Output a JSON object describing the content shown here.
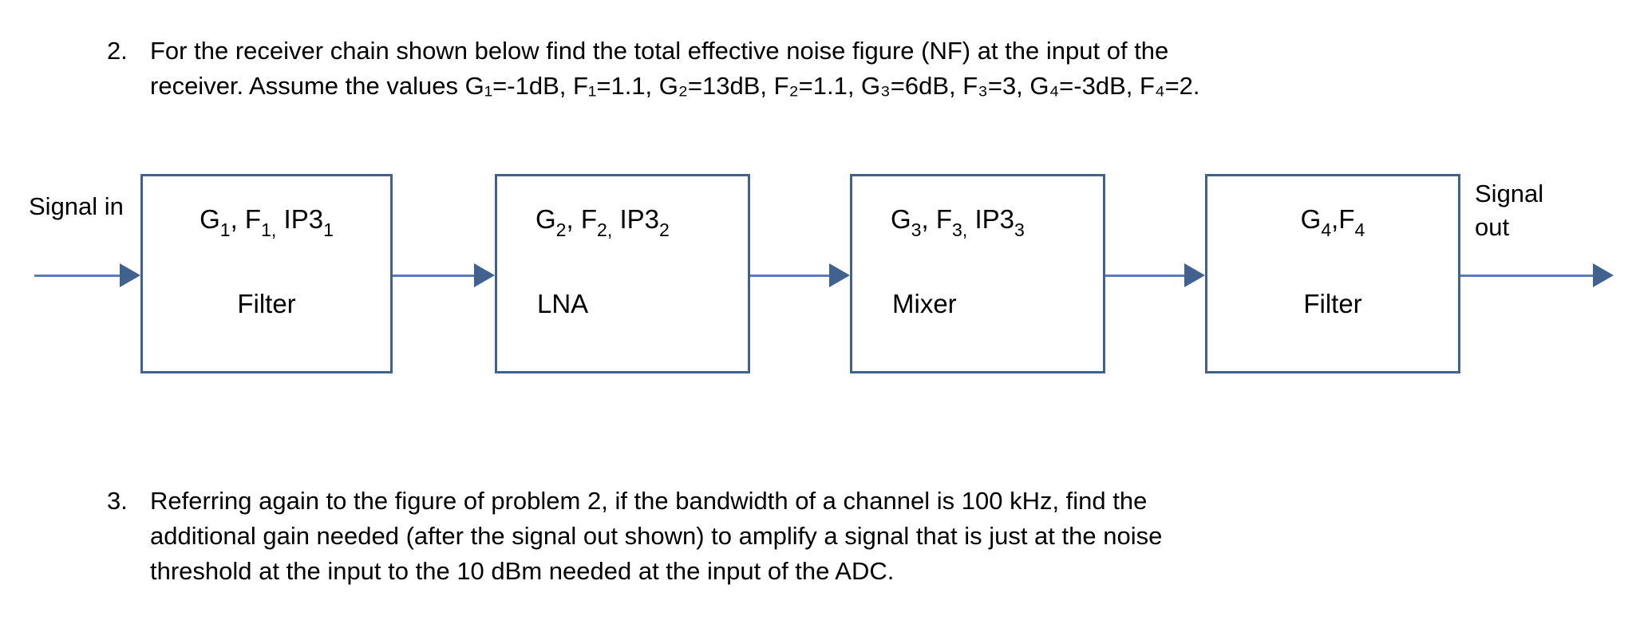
{
  "document": {
    "problems": [
      {
        "number": "2.",
        "lines": [
          "For the receiver chain shown below find the total effective noise figure (NF) at the input of the",
          "receiver.  Assume the values G₁=-1dB, F₁=1.1, G₂=13dB, F₂=1.1, G₃=6dB, F₃=3, G₄=-3dB, F₄=2."
        ]
      },
      {
        "number": "3.",
        "lines": [
          "Referring again to the figure of problem 2, if the bandwidth of a channel is 100 kHz, find the",
          "additional gain needed (after the signal out shown) to amplify a signal that is just at the noise",
          "threshold at the input to the 10 dBm needed at the input of the ADC."
        ]
      }
    ]
  },
  "diagram": {
    "signal_in_label": "Signal in",
    "signal_out_label_line1": "Signal",
    "signal_out_label_line2": "out",
    "border_color": "#41618f",
    "wire_color": "#5b7cb8",
    "blocks": [
      {
        "params": "G₁, F₁, IP3₁",
        "kind": "Filter"
      },
      {
        "params": "G₂, F₂, IP3₂",
        "kind": "LNA"
      },
      {
        "params": "G₃, F₃, IP3₃",
        "kind": "Mixer"
      },
      {
        "params": "G₄,F₄",
        "kind": "Filter"
      }
    ]
  }
}
